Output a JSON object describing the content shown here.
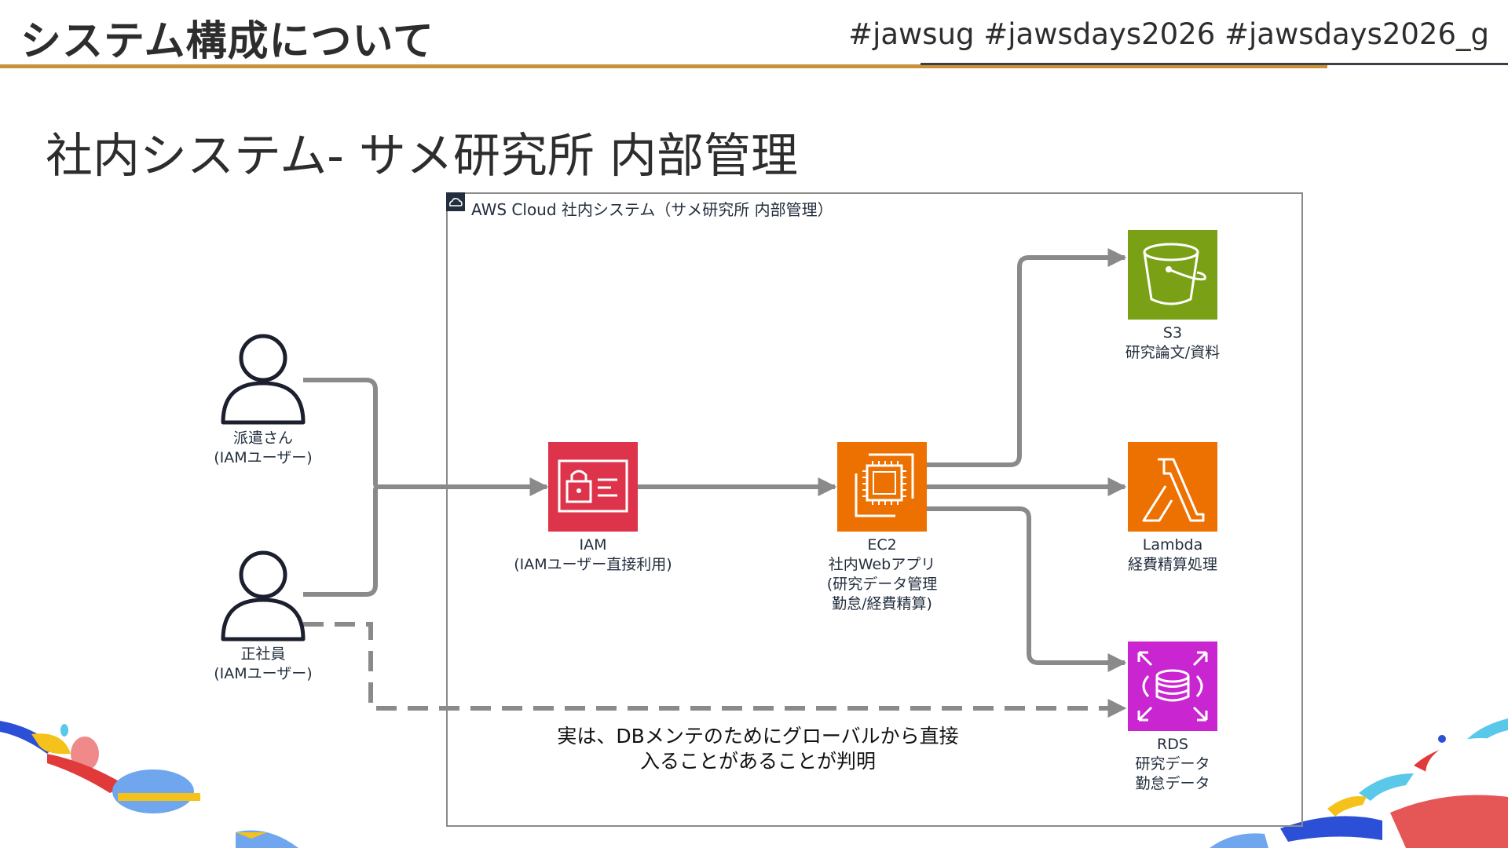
{
  "header": {
    "title": "システム構成について",
    "hashtags": "#jawsug #jawsdays2026 #jawsdays2026_g",
    "rule_color": "#c8923a"
  },
  "subtitle": "社内システム- サメ研究所 内部管理",
  "diagram": {
    "cloud_label": "AWS Cloud 社内システム（サメ研究所 内部管理）",
    "actors": [
      {
        "icon": "user-icon",
        "lines": [
          "派遣さん",
          "(IAMユーザー)"
        ]
      },
      {
        "icon": "user-icon",
        "lines": [
          "正社員",
          "(IAMユーザー)"
        ]
      }
    ],
    "services": {
      "iam": {
        "icon": "iam-icon",
        "color": "#dd344c",
        "lines": [
          "IAM",
          "(IAMユーザー直接利用)"
        ]
      },
      "ec2": {
        "icon": "ec2-icon",
        "color": "#ed7100",
        "lines": [
          "EC2",
          "社内Webアプリ",
          "(研究データ管理",
          "勤怠/経費精算)"
        ]
      },
      "s3": {
        "icon": "s3-bucket-icon",
        "color": "#7aa116",
        "lines": [
          "S3",
          "研究論文/資料"
        ]
      },
      "lambda": {
        "icon": "lambda-icon",
        "color": "#ed7100",
        "lines": [
          "Lambda",
          "経費精算処理"
        ]
      },
      "rds": {
        "icon": "rds-icon",
        "color": "#c925d1",
        "lines": [
          "RDS",
          "研究データ",
          "勤怠データ"
        ]
      }
    },
    "note_lines": [
      "実は、DBメンテのためにグローバルから直接",
      "入ることがあることが判明"
    ],
    "arrow_color": "#8a8a8a"
  }
}
